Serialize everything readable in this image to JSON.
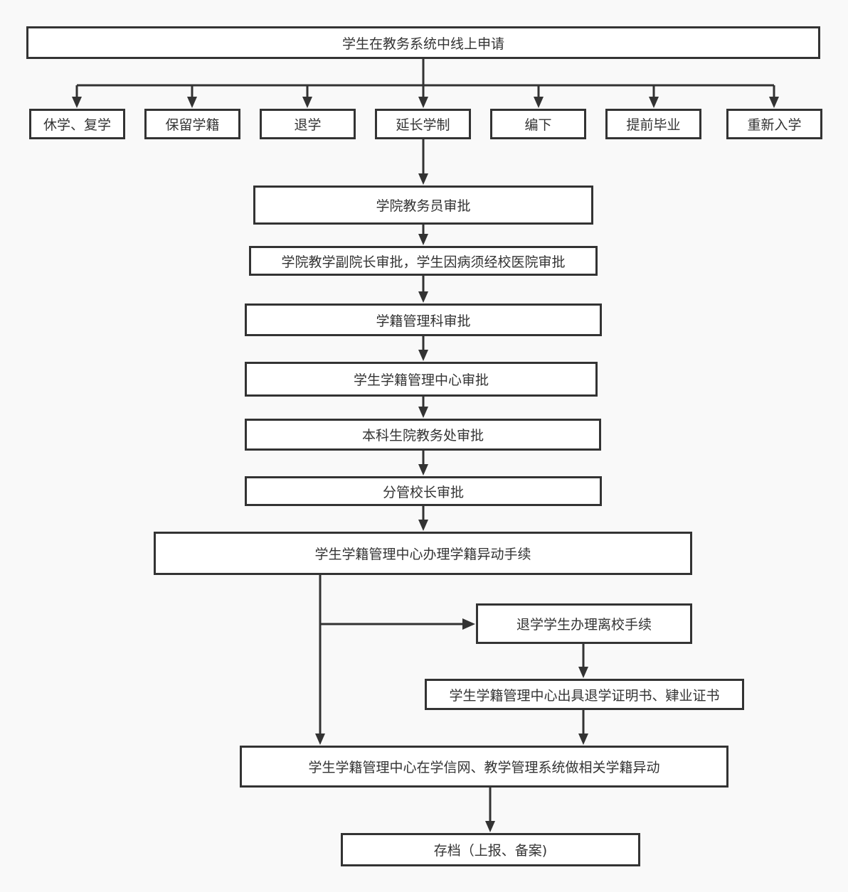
{
  "colors": {
    "background": "#f9f9f9",
    "box_fill": "#ffffff",
    "line": "#333333",
    "text": "#333333"
  },
  "nodes": {
    "apply": "学生在教务系统中线上申请",
    "suspend": "休学、复学",
    "reserve": "保留学籍",
    "withdraw": "退学",
    "extend": "延长学制",
    "downgrade": "编下",
    "early_grad": "提前毕业",
    "readmit": "重新入学",
    "college_clerk": "学院教务员审批",
    "vice_dean": "学院教学副院长审批，学生因病须经校医院审批",
    "registry_section": "学籍管理科审批",
    "registry_center": "学生学籍管理中心审批",
    "academic_affairs": "本科生院教务处审批",
    "vice_president": "分管校长审批",
    "process_change": "学生学籍管理中心办理学籍异动手续",
    "leave_school": "退学学生办理离校手续",
    "issue_cert": "学生学籍管理中心出具退学证明书、肄业证书",
    "system_update": "学生学籍管理中心在学信网、教学管理系统做相关学籍异动",
    "archive": "存档（上报、备案)"
  }
}
